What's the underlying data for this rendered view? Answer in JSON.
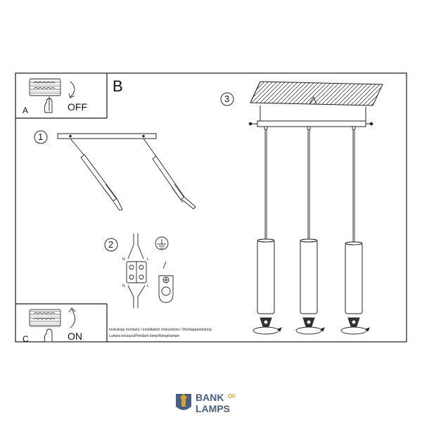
{
  "panel_a": {
    "letter": "A",
    "switch_text": "OFF"
  },
  "panel_b": {
    "letter": "B"
  },
  "panel_c": {
    "letter": "C",
    "switch_text": "ON"
  },
  "steps": {
    "step1": "1",
    "step2": "2",
    "step3": "3"
  },
  "terminal": {
    "n_top": "N",
    "l_top": "L",
    "n_bottom": "N",
    "l_bottom": "L"
  },
  "caption": {
    "line1": "Instrukcja montażu / installation instructions / Montageanleitung",
    "line2": "Lampa wisząca/Pendant lamp/Hängelampe"
  },
  "logo": {
    "word1": "BANK",
    "of": "OF",
    "word2": "LAMPS"
  },
  "icons": [
    "switch-off-icon",
    "switch-on-icon",
    "ground-symbol-icon",
    "rotation-arrow-icon",
    "logo-icon"
  ],
  "colors": {
    "line": "#1a1a1a",
    "brand_blue": "#4a5f86",
    "brand_gold": "#d5a62b"
  }
}
